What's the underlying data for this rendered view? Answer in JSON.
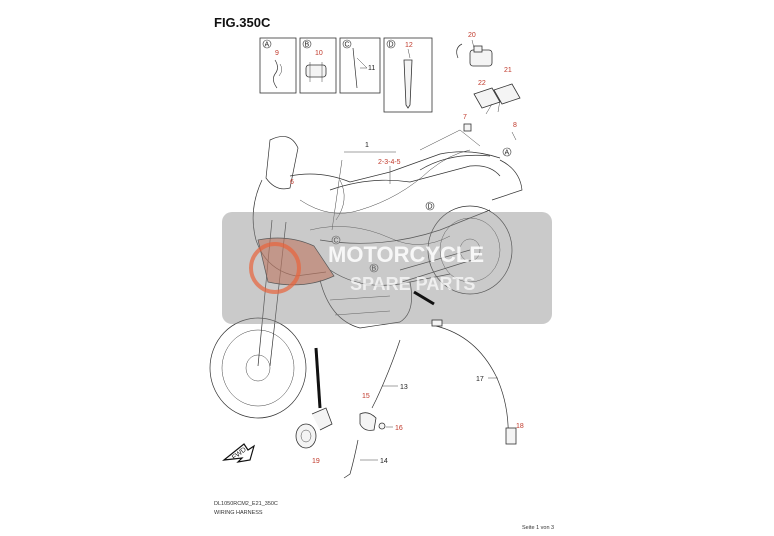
{
  "figure": {
    "title": "FIG.350C",
    "code": "DL1050RCM2_E21_350C",
    "caption": "WIRING HARNESS",
    "page": "Seite 1 von 3"
  },
  "watermark": {
    "line1": "MOTORCYCLE",
    "line2": "SPARE PARTS"
  },
  "insets": [
    {
      "letter": "A",
      "num": "9"
    },
    {
      "letter": "B",
      "num": "10"
    },
    {
      "letter": "C",
      "num": "11"
    },
    {
      "letter": "D",
      "num": "12"
    }
  ],
  "callouts": {
    "c1": "1",
    "c2345": "2-3-4-5",
    "c6": "6",
    "c7": "7",
    "c8": "8",
    "c13": "13",
    "c14": "14",
    "c15": "15",
    "c16": "16",
    "c17": "17",
    "c18": "18",
    "c19": "19",
    "c20": "20",
    "c21": "21",
    "c22": "22"
  },
  "markers": {
    "A": "A",
    "B": "B",
    "C": "C",
    "D": "D"
  },
  "fwd": "FWD",
  "colors": {
    "callout": "#c0392b",
    "watermark_band": "#8a8a8a",
    "accent": "#e8643c"
  }
}
